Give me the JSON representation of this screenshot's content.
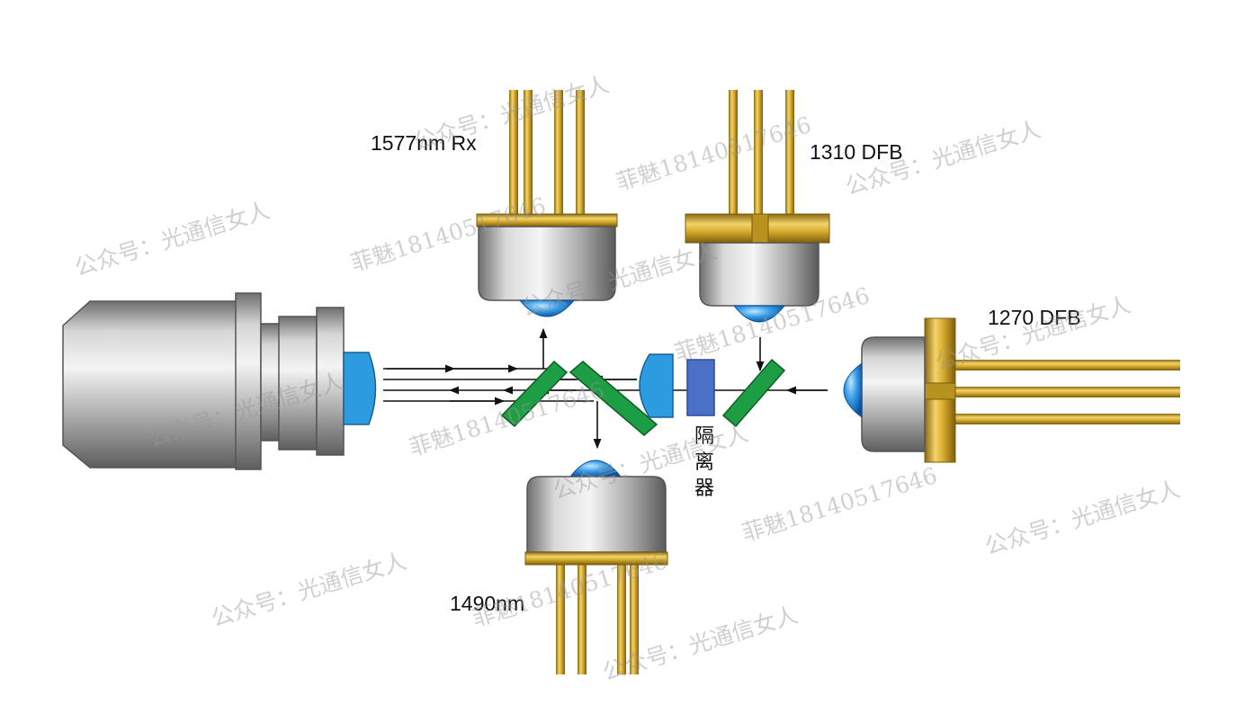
{
  "labels": {
    "rx1577": "1577nm Rx",
    "dfb1310": "1310 DFB",
    "dfb1270": "1270 DFB",
    "rx1490": "1490nm",
    "isolator_1": "隔",
    "isolator_2": "离",
    "isolator_3": "器"
  },
  "watermarks": {
    "account": "公众号：光通信女人",
    "contact": "菲魅18140517646"
  },
  "colors": {
    "gold": "#d9b43a",
    "blue_lens": "#2a8fd8",
    "isolator": "#4a70c8",
    "filter": "#22a04a",
    "metal": "#b8b8b8"
  }
}
